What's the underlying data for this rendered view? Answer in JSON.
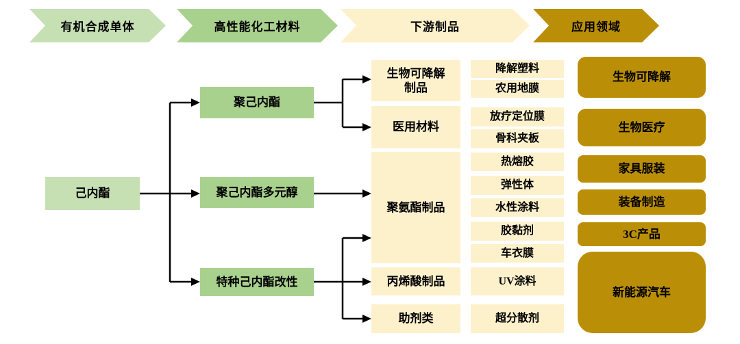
{
  "colors": {
    "light_green": "#C6E0B4",
    "green": "#A9D18E",
    "cream": "#FDF1CC",
    "gold": "#BA8F07",
    "line": "#000000"
  },
  "header": {
    "steps": [
      {
        "label": "有机合成单体"
      },
      {
        "label": "高性能化工材料"
      },
      {
        "label": "下游制品"
      },
      {
        "label": "应用领域"
      }
    ]
  },
  "monomer": {
    "label": "己内酯"
  },
  "materials": [
    {
      "label": "聚己内酯"
    },
    {
      "label": "聚己内酯多元醇"
    },
    {
      "label": "特种己内酯改性"
    }
  ],
  "downstream": [
    {
      "label": "生物可降解\n制品"
    },
    {
      "label": "医用材料"
    },
    {
      "label": "聚氨酯制品"
    },
    {
      "label": "丙烯酸制品"
    },
    {
      "label": "助剂类"
    }
  ],
  "products": [
    "降解塑料",
    "农用地膜",
    "放疗定位膜",
    "骨科夹板",
    "热熔胶",
    "弹性体",
    "水性涂料",
    "胶黏剂",
    "车衣膜",
    "UV涂料",
    "超分散剂"
  ],
  "applications": [
    "生物可降解",
    "生物医疗",
    "家具服装",
    "装备制造",
    "3C产品",
    "新能源汽车"
  ]
}
